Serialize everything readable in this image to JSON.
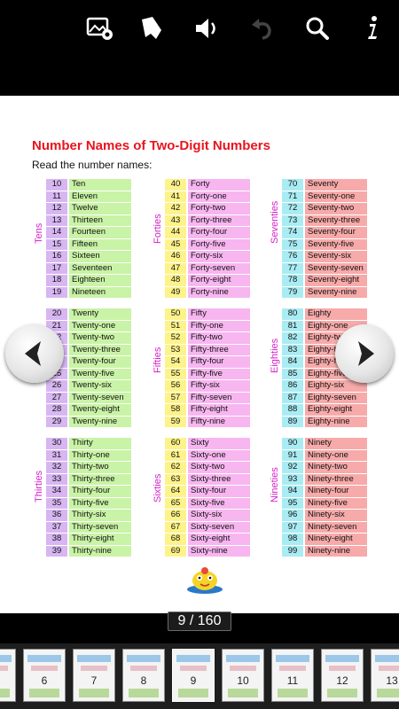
{
  "toolbar": {
    "icons": [
      "image-settings-icon",
      "bookmark-icon",
      "volume-icon",
      "undo-icon",
      "search-icon",
      "info-icon"
    ]
  },
  "page": {
    "title": "Number Names of Two-Digit Numbers",
    "subtitle": "Read the number names:",
    "blocks": [
      {
        "label": "Tens",
        "color_num": "#d7b6f2",
        "color_name": "#c9f3a6",
        "rows": [
          [
            "10",
            "Ten"
          ],
          [
            "11",
            "Eleven"
          ],
          [
            "12",
            "Twelve"
          ],
          [
            "13",
            "Thirteen"
          ],
          [
            "14",
            "Fourteen"
          ],
          [
            "15",
            "Fifteen"
          ],
          [
            "16",
            "Sixteen"
          ],
          [
            "17",
            "Seventeen"
          ],
          [
            "18",
            "Eighteen"
          ],
          [
            "19",
            "Nineteen"
          ]
        ]
      },
      {
        "label": "Forties",
        "color_num": "#fdf38a",
        "color_name": "#f7b6f0",
        "rows": [
          [
            "40",
            "Forty"
          ],
          [
            "41",
            "Forty-one"
          ],
          [
            "42",
            "Forty-two"
          ],
          [
            "43",
            "Forty-three"
          ],
          [
            "44",
            "Forty-four"
          ],
          [
            "45",
            "Forty-five"
          ],
          [
            "46",
            "Forty-six"
          ],
          [
            "47",
            "Forty-seven"
          ],
          [
            "48",
            "Forty-eight"
          ],
          [
            "49",
            "Forty-nine"
          ]
        ]
      },
      {
        "label": "Seventies",
        "color_num": "#a9ecf3",
        "color_name": "#f6aaa9",
        "rows": [
          [
            "70",
            "Seventy"
          ],
          [
            "71",
            "Seventy-one"
          ],
          [
            "72",
            "Seventy-two"
          ],
          [
            "73",
            "Seventy-three"
          ],
          [
            "74",
            "Seventy-four"
          ],
          [
            "75",
            "Seventy-five"
          ],
          [
            "76",
            "Seventy-six"
          ],
          [
            "77",
            "Seventy-seven"
          ],
          [
            "78",
            "Seventy-eight"
          ],
          [
            "79",
            "Seventy-nine"
          ]
        ]
      },
      {
        "label": "Twenties",
        "color_num": "#d7b6f2",
        "color_name": "#c9f3a6",
        "rows": [
          [
            "20",
            "Twenty"
          ],
          [
            "21",
            "Twenty-one"
          ],
          [
            "22",
            "Twenty-two"
          ],
          [
            "23",
            "Twenty-three"
          ],
          [
            "24",
            "Twenty-four"
          ],
          [
            "25",
            "Twenty-five"
          ],
          [
            "26",
            "Twenty-six"
          ],
          [
            "27",
            "Twenty-seven"
          ],
          [
            "28",
            "Twenty-eight"
          ],
          [
            "29",
            "Twenty-nine"
          ]
        ]
      },
      {
        "label": "Fifties",
        "color_num": "#fdf38a",
        "color_name": "#f7b6f0",
        "rows": [
          [
            "50",
            "Fifty"
          ],
          [
            "51",
            "Fifty-one"
          ],
          [
            "52",
            "Fifty-two"
          ],
          [
            "53",
            "Fifty-three"
          ],
          [
            "54",
            "Fifty-four"
          ],
          [
            "55",
            "Fifty-five"
          ],
          [
            "56",
            "Fifty-six"
          ],
          [
            "57",
            "Fifty-seven"
          ],
          [
            "58",
            "Fifty-eight"
          ],
          [
            "59",
            "Fifty-nine"
          ]
        ]
      },
      {
        "label": "Eighties",
        "color_num": "#a9ecf3",
        "color_name": "#f6aaa9",
        "rows": [
          [
            "80",
            "Eighty"
          ],
          [
            "81",
            "Eighty-one"
          ],
          [
            "82",
            "Eighty-two"
          ],
          [
            "83",
            "Eighty-three"
          ],
          [
            "84",
            "Eighty-four"
          ],
          [
            "85",
            "Eighty-five"
          ],
          [
            "86",
            "Eighty-six"
          ],
          [
            "87",
            "Eighty-seven"
          ],
          [
            "88",
            "Eighty-eight"
          ],
          [
            "89",
            "Eighty-nine"
          ]
        ]
      },
      {
        "label": "Thirties",
        "color_num": "#d7b6f2",
        "color_name": "#c9f3a6",
        "rows": [
          [
            "30",
            "Thirty"
          ],
          [
            "31",
            "Thirty-one"
          ],
          [
            "32",
            "Thirty-two"
          ],
          [
            "33",
            "Thirty-three"
          ],
          [
            "34",
            "Thirty-four"
          ],
          [
            "35",
            "Thirty-five"
          ],
          [
            "36",
            "Thirty-six"
          ],
          [
            "37",
            "Thirty-seven"
          ],
          [
            "38",
            "Thirty-eight"
          ],
          [
            "39",
            "Thirty-nine"
          ]
        ]
      },
      {
        "label": "Sixties",
        "color_num": "#fdf38a",
        "color_name": "#f7b6f0",
        "rows": [
          [
            "60",
            "Sixty"
          ],
          [
            "61",
            "Sixty-one"
          ],
          [
            "62",
            "Sixty-two"
          ],
          [
            "63",
            "Sixty-three"
          ],
          [
            "64",
            "Sixty-four"
          ],
          [
            "65",
            "Sixty-five"
          ],
          [
            "66",
            "Sixty-six"
          ],
          [
            "67",
            "Sixty-seven"
          ],
          [
            "68",
            "Sixty-eight"
          ],
          [
            "69",
            "Sixty-nine"
          ]
        ]
      },
      {
        "label": "Nineties",
        "color_num": "#a9ecf3",
        "color_name": "#f6aaa9",
        "rows": [
          [
            "90",
            "Ninety"
          ],
          [
            "91",
            "Ninety-one"
          ],
          [
            "92",
            "Ninety-two"
          ],
          [
            "93",
            "Ninety-three"
          ],
          [
            "94",
            "Ninety-four"
          ],
          [
            "95",
            "Ninety-five"
          ],
          [
            "96",
            "Ninety-six"
          ],
          [
            "97",
            "Ninety-seven"
          ],
          [
            "98",
            "Ninety-eight"
          ],
          [
            "99",
            "Ninety-nine"
          ]
        ]
      }
    ]
  },
  "navigation": {
    "prev_icon": "chevron-left-icon",
    "next_icon": "chevron-right-icon",
    "page_counter": "9 / 160"
  },
  "thumbnails": [
    "5",
    "6",
    "7",
    "8",
    "9",
    "10",
    "11",
    "12",
    "13"
  ],
  "active_thumbnail": "9"
}
